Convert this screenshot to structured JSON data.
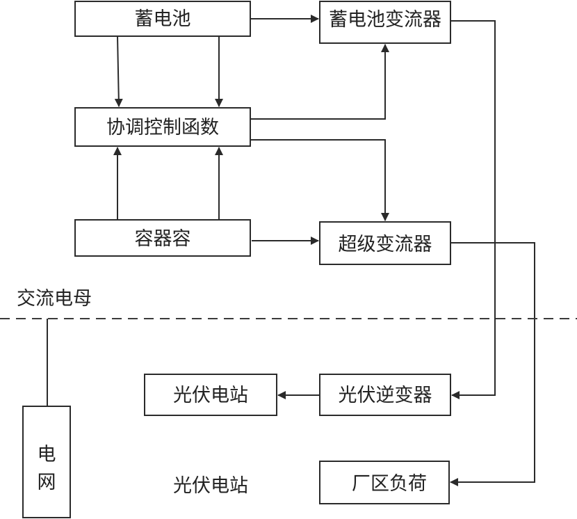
{
  "diagram": {
    "nodes": {
      "battery": "蓄电池",
      "battery_converter": "蓄电池变流器",
      "coordination_function": "协调控制函数",
      "supercapacitor": "容器容",
      "super_converter": "超级变流器",
      "pv_station": "光伏电站",
      "pv_inverter": "光伏逆变器",
      "plant_load": "厂区负荷",
      "grid_char1": "电",
      "grid_char2": "网"
    },
    "labels": {
      "ac_bus": "交流电母",
      "pv_station_label": "光伏电站"
    },
    "edges": [
      {
        "from": "battery",
        "to": "battery_converter"
      },
      {
        "from": "battery",
        "to": "coordination_function"
      },
      {
        "from": "coordination_function",
        "to": "battery_converter"
      },
      {
        "from": "coordination_function",
        "to": "super_converter"
      },
      {
        "from": "supercapacitor",
        "to": "coordination_function"
      },
      {
        "from": "supercapacitor",
        "to": "super_converter"
      },
      {
        "from": "battery_converter",
        "to": "pv_inverter"
      },
      {
        "from": "super_converter",
        "to": "plant_load"
      },
      {
        "from": "pv_inverter",
        "to": "pv_station"
      },
      {
        "from": "grid",
        "to": "ac_bus"
      }
    ]
  }
}
